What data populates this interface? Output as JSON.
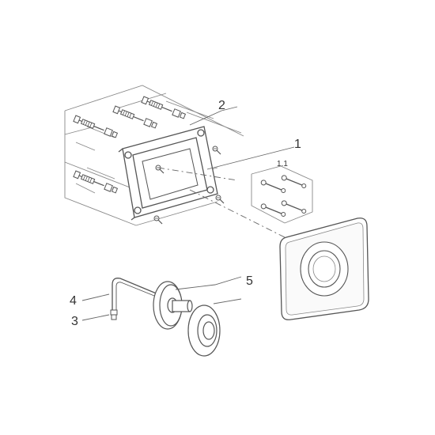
{
  "callouts": {
    "item_1": "1",
    "item_1_1": "1.1",
    "item_2": "2",
    "item_3": "3",
    "item_4": "4",
    "item_5": "5"
  },
  "colors": {
    "line": "#555555",
    "light_line": "#999999",
    "fill": "#ffffff",
    "shade": "#d9d9d9"
  }
}
